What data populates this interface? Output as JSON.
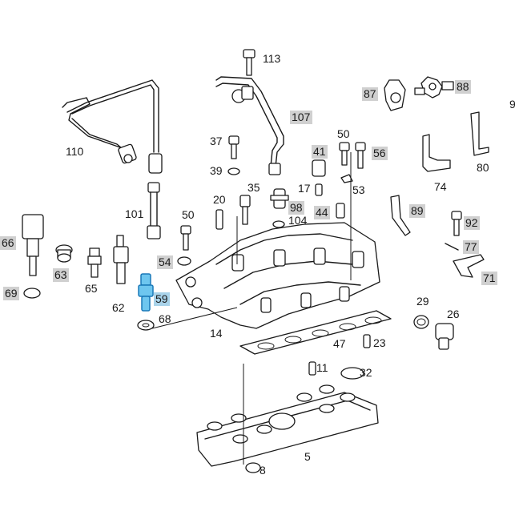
{
  "diagram": {
    "callouts": [
      {
        "id": "113",
        "text": "113"
      },
      {
        "id": "87",
        "text": "87",
        "highlight": "gray"
      },
      {
        "id": "88",
        "text": "88",
        "highlight": "gray"
      },
      {
        "id": "9",
        "text": "9"
      },
      {
        "id": "107",
        "text": "107",
        "highlight": "gray"
      },
      {
        "id": "110",
        "text": "110"
      },
      {
        "id": "37",
        "text": "37"
      },
      {
        "id": "50a",
        "text": "50"
      },
      {
        "id": "41",
        "text": "41",
        "highlight": "gray"
      },
      {
        "id": "56",
        "text": "56",
        "highlight": "gray"
      },
      {
        "id": "80",
        "text": "80"
      },
      {
        "id": "39",
        "text": "39"
      },
      {
        "id": "74",
        "text": "74"
      },
      {
        "id": "35",
        "text": "35"
      },
      {
        "id": "17",
        "text": "17"
      },
      {
        "id": "53",
        "text": "53"
      },
      {
        "id": "20",
        "text": "20"
      },
      {
        "id": "98",
        "text": "98",
        "highlight": "gray"
      },
      {
        "id": "44",
        "text": "44",
        "highlight": "gray"
      },
      {
        "id": "89",
        "text": "89",
        "highlight": "gray"
      },
      {
        "id": "101",
        "text": "101"
      },
      {
        "id": "50b",
        "text": "50"
      },
      {
        "id": "104",
        "text": "104"
      },
      {
        "id": "92",
        "text": "92",
        "highlight": "gray"
      },
      {
        "id": "66",
        "text": "66",
        "highlight": "gray"
      },
      {
        "id": "77",
        "text": "77",
        "highlight": "gray"
      },
      {
        "id": "54",
        "text": "54",
        "highlight": "gray"
      },
      {
        "id": "63",
        "text": "63",
        "highlight": "gray"
      },
      {
        "id": "71",
        "text": "71",
        "highlight": "gray"
      },
      {
        "id": "65",
        "text": "65"
      },
      {
        "id": "69",
        "text": "69",
        "highlight": "gray"
      },
      {
        "id": "59",
        "text": "59",
        "highlight": "blue"
      },
      {
        "id": "62",
        "text": "62"
      },
      {
        "id": "29",
        "text": "29"
      },
      {
        "id": "26",
        "text": "26"
      },
      {
        "id": "68",
        "text": "68"
      },
      {
        "id": "14",
        "text": "14"
      },
      {
        "id": "47",
        "text": "47"
      },
      {
        "id": "23",
        "text": "23"
      },
      {
        "id": "11",
        "text": "11"
      },
      {
        "id": "32",
        "text": "32"
      },
      {
        "id": "5",
        "text": "5"
      },
      {
        "id": "8",
        "text": "8"
      }
    ],
    "colors": {
      "line": "#1a1a1a",
      "callout_highlight_gray": "#d0d0d0",
      "callout_highlight_blue": "#a9d3ea",
      "selected_part": "#6ec6ef"
    },
    "selected_part": "59"
  }
}
